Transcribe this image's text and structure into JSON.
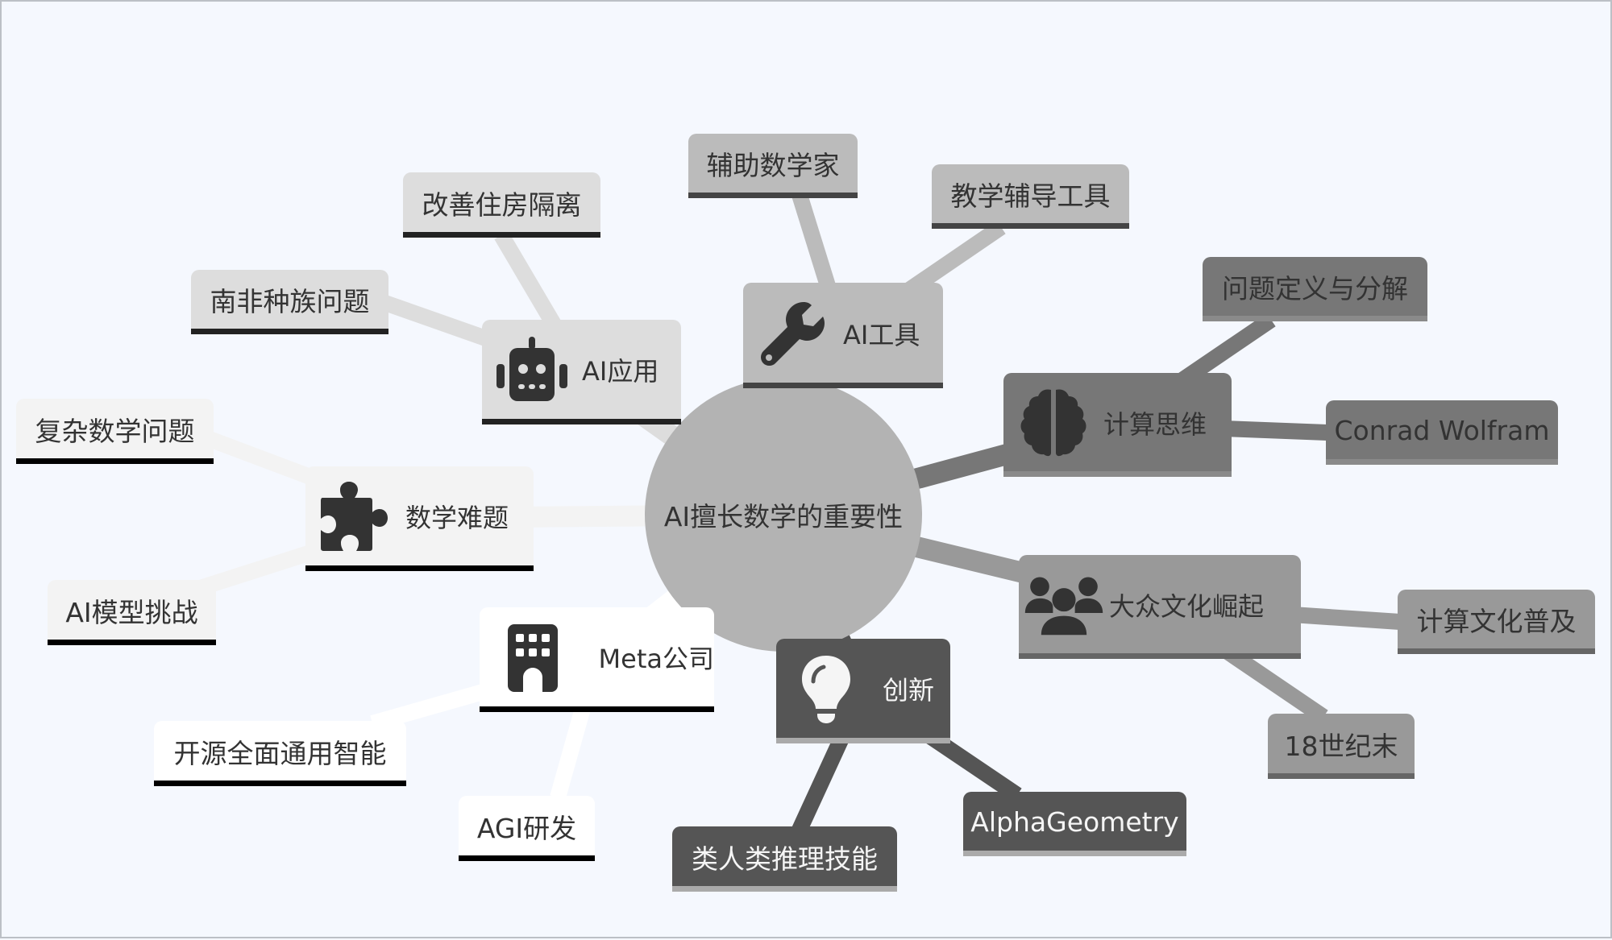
{
  "center": {
    "label": "AI擅长数学的重要性"
  },
  "branches": [
    {
      "id": "ai-app",
      "label": "AI应用",
      "icon": "robot-icon",
      "color": "#dddddd",
      "underline": "#222222",
      "text_color": "#333333",
      "children": [
        {
          "label": "改善住房隔离"
        },
        {
          "label": "南非种族问题"
        }
      ]
    },
    {
      "id": "ai-tools",
      "label": "AI工具",
      "icon": "wrench-icon",
      "color": "#bbbbbb",
      "underline": "#444444",
      "text_color": "#333333",
      "children": [
        {
          "label": "辅助数学家"
        },
        {
          "label": "教学辅导工具"
        }
      ]
    },
    {
      "id": "computational-thinking",
      "label": "计算思维",
      "icon": "brain-icon",
      "color": "#777777",
      "underline": "#8a8a8a",
      "text_color": "#333333",
      "children": [
        {
          "label": "问题定义与分解"
        },
        {
          "label": "Conrad Wolfram"
        }
      ]
    },
    {
      "id": "pop-culture",
      "label": "大众文化崛起",
      "icon": "users-icon",
      "color": "#999999",
      "underline": "#666666",
      "text_color": "#333333",
      "children": [
        {
          "label": "计算文化普及"
        },
        {
          "label": "18世纪末"
        }
      ]
    },
    {
      "id": "innovation",
      "label": "创新",
      "icon": "lightbulb-icon",
      "color": "#555555",
      "underline": "#aaaaaa",
      "text_color": "#f5f5f5",
      "children": [
        {
          "label": "AlphaGeometry"
        },
        {
          "label": "类人类推理技能"
        }
      ]
    },
    {
      "id": "meta",
      "label": "Meta公司",
      "icon": "building-icon",
      "color": "#ffffff",
      "underline": "#000000",
      "text_color": "#333333",
      "children": [
        {
          "label": "开源全面通用智能"
        },
        {
          "label": "AGI研发"
        }
      ]
    },
    {
      "id": "math-problems",
      "label": "数学难题",
      "icon": "puzzle-icon",
      "color": "#f3f3f3",
      "underline": "#000000",
      "text_color": "#333333",
      "children": [
        {
          "label": "复杂数学问题"
        },
        {
          "label": "AI模型挑战"
        }
      ]
    }
  ]
}
